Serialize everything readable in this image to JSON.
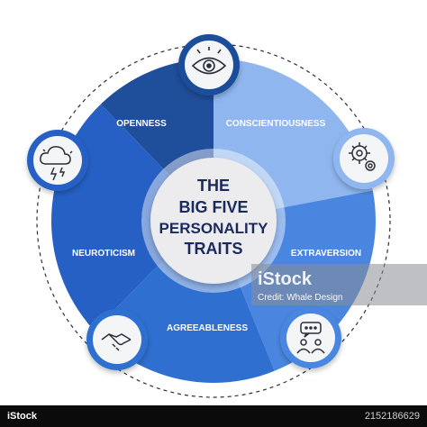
{
  "diagram": {
    "center": {
      "line1": "THE",
      "line2": "BIG FIVE",
      "line3": "PERSONALITY",
      "line4": "TRAITS"
    },
    "segments": [
      {
        "label": "OPENNESS",
        "color": "#1f4e9a",
        "icon": "eye-icon"
      },
      {
        "label": "CONSCIENTIOUSNESS",
        "color": "#8fb6ee",
        "icon": "gears-icon"
      },
      {
        "label": "EXTRAVERSION",
        "color": "#4a86e0",
        "icon": "social-chat-icon"
      },
      {
        "label": "AGREEABLENESS",
        "color": "#2f6fd0",
        "icon": "handshake-icon"
      },
      {
        "label": "NEUROTICISM",
        "color": "#2660c4",
        "icon": "storm-cloud-icon"
      }
    ]
  },
  "watermark": {
    "brand": "iStock",
    "credit_line1": "Credit: Whale Design"
  },
  "footer": {
    "id": "2152186629"
  },
  "colors": {
    "ring": "#2563c7",
    "center_fill": "#ececef",
    "center_text": "#1b2a5c"
  }
}
